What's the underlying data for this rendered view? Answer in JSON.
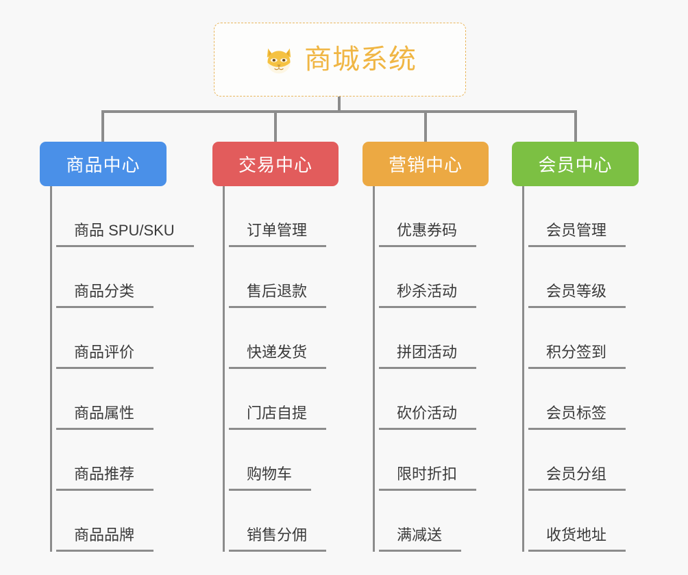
{
  "page": {
    "background_color": "#f8f8f8",
    "type": "mind-map",
    "line_color": "#8c8c8c"
  },
  "root": {
    "title": "商城系统",
    "icon": "shiba-dog-face-icon",
    "text_color": "#f0b644",
    "border_color": "#e9b65c",
    "background_color": "#fdfdfc"
  },
  "branches": [
    {
      "label": "商品中心",
      "color": "#4a90e8",
      "items": [
        "商品 SPU/SKU",
        "商品分类",
        "商品评价",
        "商品属性",
        "商品推荐",
        "商品品牌"
      ]
    },
    {
      "label": "交易中心",
      "color": "#e25c5c",
      "items": [
        "订单管理",
        "售后退款",
        "快递发货",
        "门店自提",
        "购物车",
        "销售分佣"
      ]
    },
    {
      "label": "营销中心",
      "color": "#eca943",
      "items": [
        "优惠券码",
        "秒杀活动",
        "拼团活动",
        "砍价活动",
        "限时折扣",
        "满减送"
      ]
    },
    {
      "label": "会员中心",
      "color": "#7cc043",
      "items": [
        "会员管理",
        "会员等级",
        "积分签到",
        "会员标签",
        "会员分组",
        "收货地址"
      ]
    }
  ],
  "layout": {
    "branch_lefts": [
      58,
      310,
      529,
      747
    ],
    "branch_widths": [
      185,
      184,
      184,
      185
    ],
    "drop_lefts": [
      148,
      400,
      619,
      838
    ]
  }
}
